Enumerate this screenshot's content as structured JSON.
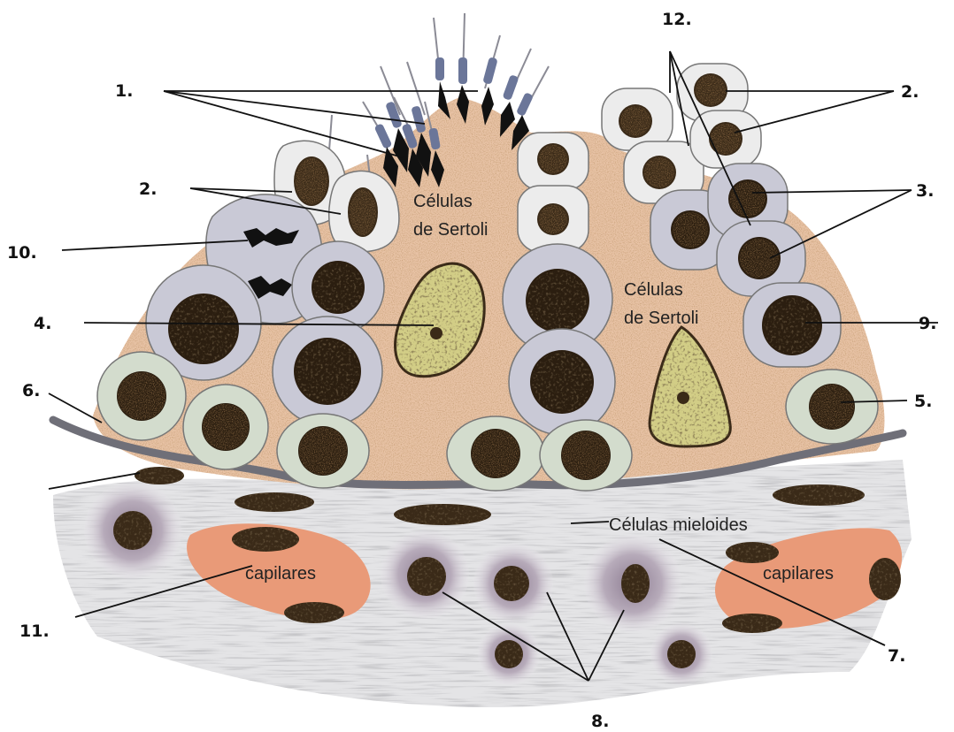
{
  "numbers": {
    "n1": "1.",
    "n2_left": "2.",
    "n2_right": "2.",
    "n3": "3.",
    "n4": "4.",
    "n5": "5.",
    "n6": "6.",
    "n7": "7.",
    "n8": "8.",
    "n9": "9.",
    "n10": "10.",
    "n11": "11.",
    "n12": "12."
  },
  "labels": {
    "sertoli_left_line1": "Células",
    "sertoli_left_line2": "de Sertoli",
    "sertoli_right_line1": "Células",
    "sertoli_right_line2": "de Sertoli",
    "myeloid": "Células mieloides",
    "capillaries_left": "capilares",
    "capillaries_right": "capilares"
  },
  "colors": {
    "sertoli_cytoplasm": "#e8c3a6",
    "spermatocyte": "#c9c9d6",
    "spermatid": "#ececec",
    "spermatogonia": "#d3dccd",
    "nucleus": "#d7ad5c",
    "chromatin": "#2b1e10",
    "capillary": "#e99a78",
    "basal_lamina": "#7c7c84",
    "interstitium": "#dcdcdc"
  }
}
